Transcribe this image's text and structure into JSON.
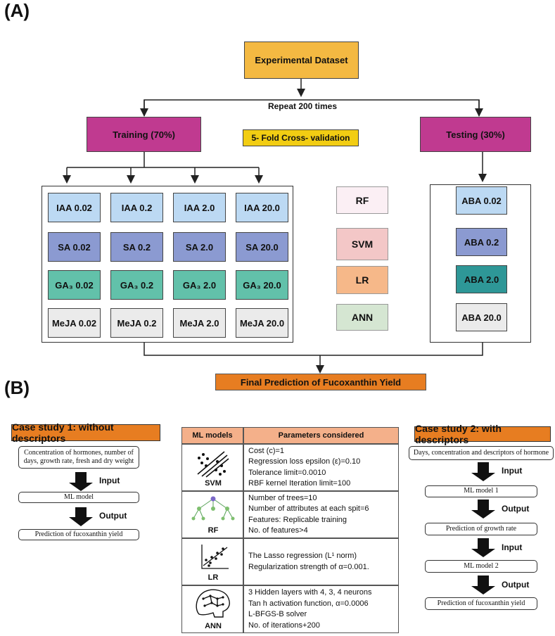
{
  "panel_a": {
    "label": "(A)",
    "dataset": "Experimental Dataset",
    "repeat": "Repeat 200 times",
    "training": "Training (70%)",
    "testing": "Testing (30%)",
    "cv": "5- Fold Cross- validation",
    "training_grid": [
      [
        "IAA 0.02",
        "IAA 0.2",
        "IAA 2.0",
        "IAA 20.0"
      ],
      [
        "SA 0.02",
        "SA 0.2",
        "SA 2.0",
        "SA 20.0"
      ],
      [
        "GA₃ 0.02",
        "GA₃ 0.2",
        "GA₃ 2.0",
        "GA₃ 20.0"
      ],
      [
        "MeJA 0.02",
        "MeJA 0.2",
        "MeJA 2.0",
        "MeJA 20.0"
      ]
    ],
    "models": [
      "RF",
      "SVM",
      "LR",
      "ANN"
    ],
    "testing_list": [
      "ABA 0.02",
      "ABA 0.2",
      "ABA 2.0",
      "ABA 20.0"
    ],
    "final": "Final Prediction of Fucoxanthin Yield"
  },
  "panel_b": {
    "label": "(B)",
    "case1": {
      "title": "Case study 1: without descriptors",
      "input_box": "Concentration of hormones, number of days, growth rate, fresh and dry weight",
      "input_label": "Input",
      "model_box": "ML model",
      "output_label": "Output",
      "output_box": "Prediction of fucoxanthin yield"
    },
    "case2": {
      "title": "Case study 2: with descriptors",
      "box1": "Days, concentration and descriptors of hormone",
      "label1": "Input",
      "box2": "ML model 1",
      "label2": "Output",
      "box3": "Prediction of growth rate",
      "label3": "Input",
      "box4": "ML model 2",
      "label4": "Output",
      "box5": "Prediction of fucoxanthin yield"
    },
    "table": {
      "headers": [
        "ML models",
        "Parameters considered"
      ],
      "rows": [
        {
          "model": "SVM",
          "icon": "svm-scatter-icon",
          "params": [
            "Cost (c)=1",
            "Regression loss epsilon (ε)=0.10",
            "Tolerance limit=0.0010",
            "RBF kernel Iteration limit=100"
          ]
        },
        {
          "model": "RF",
          "icon": "decision-tree-icon",
          "params": [
            "Number of trees=10",
            "Number of attributes at each spit=6",
            "Features: Replicable training",
            "No. of features>4"
          ]
        },
        {
          "model": "LR",
          "icon": "regression-plot-icon",
          "params": [
            "The Lasso regression (L¹ norm)",
            "Regularization strength of α=0.001."
          ]
        },
        {
          "model": "ANN",
          "icon": "brain-network-icon",
          "params": [
            "3 Hidden layers with 4, 3, 4 neurons",
            "Tan h activation function, α=0.0006",
            "L-BFGS-B solver",
            "No. of iterations+200"
          ]
        }
      ]
    }
  },
  "colors": {
    "dataset": "#f4b942",
    "training": "#c03a90",
    "cv": "#f2cd13",
    "iaa": "#bcd9f3",
    "sa": "#8b9ad1",
    "ga": "#62c1aa",
    "meja": "#ebebeb",
    "final": "#e77d21",
    "table_header": "#f4b08a"
  }
}
